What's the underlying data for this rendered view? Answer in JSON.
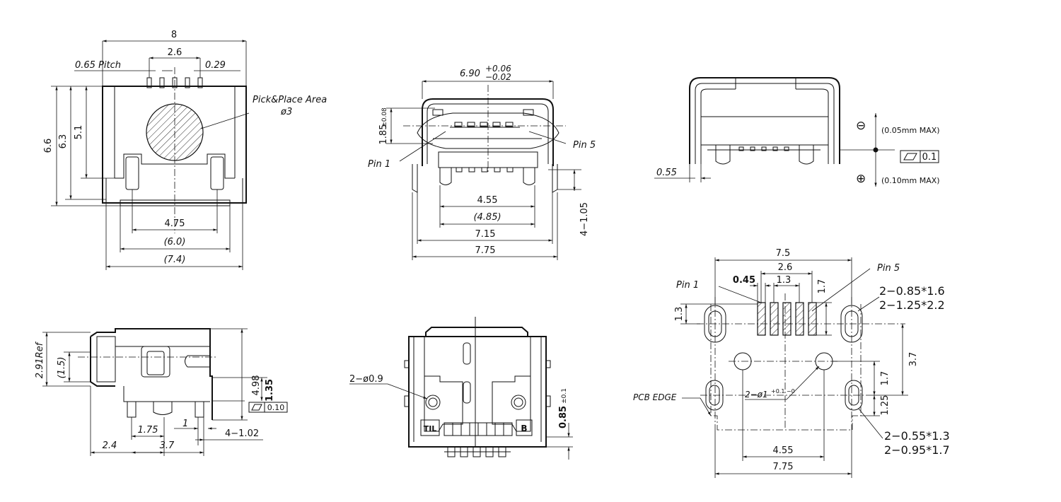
{
  "views": {
    "top_view": {
      "overall_width": "8",
      "pin_span": "2.6",
      "pitch_label": "0.65 Pitch",
      "pin_width": "0.29",
      "height_total": "6.6",
      "height_mid": "6.3",
      "height_inner": "5.1",
      "pick_place_label": "Pick&Place Area",
      "pick_place_dia": "ø3",
      "peg_span": "4.75",
      "inner_width": "(6.0)",
      "outer_width": "(7.4)"
    },
    "front_view": {
      "width_label": "6.90",
      "width_tol_plus": "+0.06",
      "width_tol_minus": "−0.02",
      "height_label": "1.85",
      "height_tol": "±0.08",
      "pin1_label": "Pin  1",
      "pin5_label": "Pin  5",
      "dim_455": "4.55",
      "dim_485": "(4.85)",
      "dim_715": "7.15",
      "dim_775": "7.75",
      "leg_dim": "4−1.05"
    },
    "side_view_right": {
      "offset": "0.55",
      "warp_up": "(0.05mm  MAX)",
      "warp_down": "(0.10mm  MAX)",
      "flatness_value": "0.1",
      "plus_symbol": "⊕",
      "minus_symbol": "⊖"
    },
    "side_view_left": {
      "ref_height": "2.91Ref",
      "dim_15": "(1.5)",
      "dim_498": "4.98",
      "dim_135": "1.35",
      "flatness_value": "0.10",
      "dim_175": "1.75",
      "dim_1": "1",
      "dim_24": "2.4",
      "dim_37": "3.7",
      "dim_402": "4−1.02"
    },
    "bottom_view": {
      "hole_label": "2−ø0.9",
      "height_085": "0.85",
      "height_085_tol": "±0.1",
      "mark_left": "TIL",
      "mark_right": "B"
    },
    "pcb_layout": {
      "width_75": "7.5",
      "span_26": "2.6",
      "pitch_045": "0.45",
      "dim_13": "1.3",
      "pad_len_17": "1.7",
      "pin1_label": "Pin  1",
      "pin5_label": "Pin  5",
      "slot_top_a": "2−0.85*1.6",
      "slot_top_b": "2−1.25*2.2",
      "row_13": "1.3",
      "dim_37": "3.7",
      "dim_17": "1.7",
      "dim_125": "1.25",
      "pcb_edge": "PCB  EDGE",
      "hole_dia": "2−ø1",
      "hole_tol": "+0.1 −0",
      "slot_bot_a": "2−0.55*1.3",
      "slot_bot_b": "2−0.95*1.7",
      "dim_455": "4.55",
      "dim_775": "7.75"
    }
  }
}
